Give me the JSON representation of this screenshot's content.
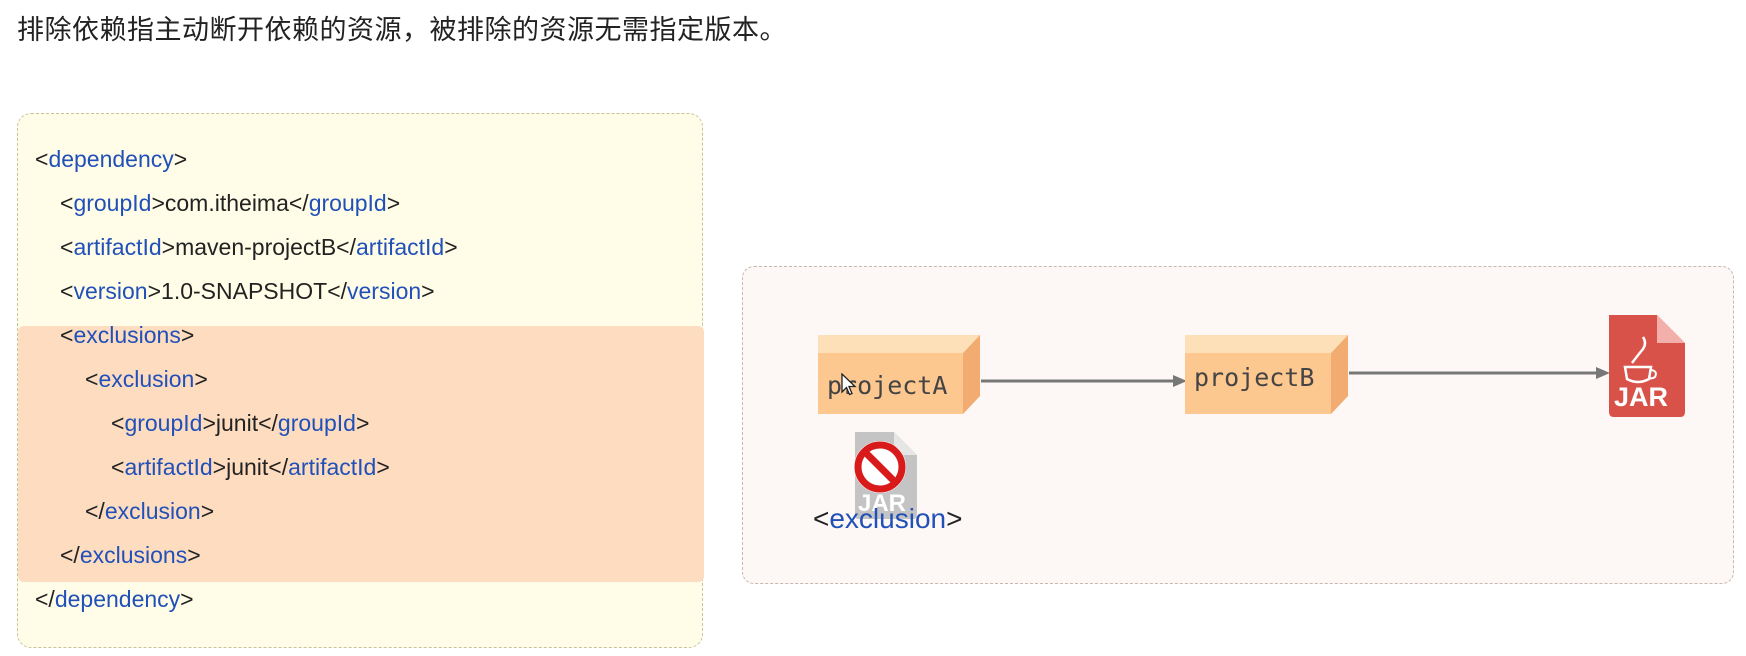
{
  "description": "排除依赖指主动断开依赖的资源，被排除的资源无需指定版本。",
  "code": {
    "dependency_tag": "dependency",
    "groupId_tag": "groupId",
    "groupId_value": "com.itheima",
    "artifactId_tag": "artifactId",
    "artifactId_value": "maven-projectB",
    "version_tag": "version",
    "version_value": "1.0-SNAPSHOT",
    "exclusions_tag": "exclusions",
    "exclusion_tag": "exclusion",
    "excl_groupId_value": "junit",
    "excl_artifactId_value": "junit"
  },
  "diagram": {
    "nodeA": "projectA",
    "nodeB": "projectB",
    "jar_label": "JAR",
    "excluded_jar_label": "JAR",
    "exclusion_tag": "exclusion"
  },
  "colors": {
    "tag": "#2050b8",
    "highlight": "#fddcc0",
    "code_bg": "#fffde7",
    "box_front": "#fcc88f",
    "jar_red": "#d8524a"
  }
}
